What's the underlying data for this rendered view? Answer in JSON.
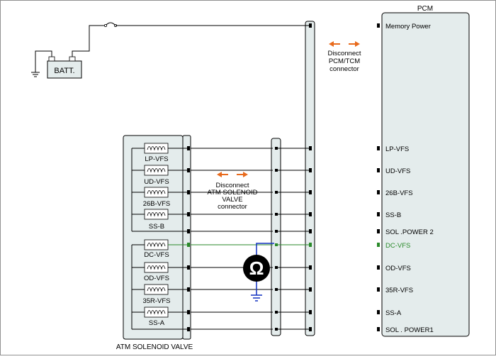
{
  "pcm": {
    "title": "PCM",
    "pins": [
      "Memory Power",
      "LP-VFS",
      "UD-VFS",
      "26B-VFS",
      "SS-B",
      "SOL .POWER 2",
      "DC-VFS",
      "OD-VFS",
      "35R-VFS",
      "SS-A",
      "SOL . POWER1"
    ],
    "highlighted_pin": "DC-VFS"
  },
  "battery": {
    "label": "BATT."
  },
  "valve_body": {
    "title": "ATM SOLENOID VALVE",
    "solenoids": [
      "LP-VFS",
      "UD-VFS",
      "26B-VFS",
      "SS-B",
      "DC-VFS",
      "OD-VFS",
      "35R-VFS",
      "SS-A"
    ]
  },
  "notes": {
    "pcm_connector": [
      "Disconnect",
      "PCM/TCM",
      "connector"
    ],
    "solenoid_connector": [
      "Disconnect",
      "ATM SOLENOID",
      "VALVE",
      "connector"
    ]
  },
  "meter": {
    "symbol": "Ω"
  },
  "colors": {
    "line": "#000000",
    "frame": "#808080",
    "connector_fill": "#e4ecec",
    "highlight": "#2a8a2a",
    "arrow": "#e86a1c",
    "probe": "#1030c0",
    "meter_fill": "#000000",
    "meter_text": "#ffffff"
  }
}
